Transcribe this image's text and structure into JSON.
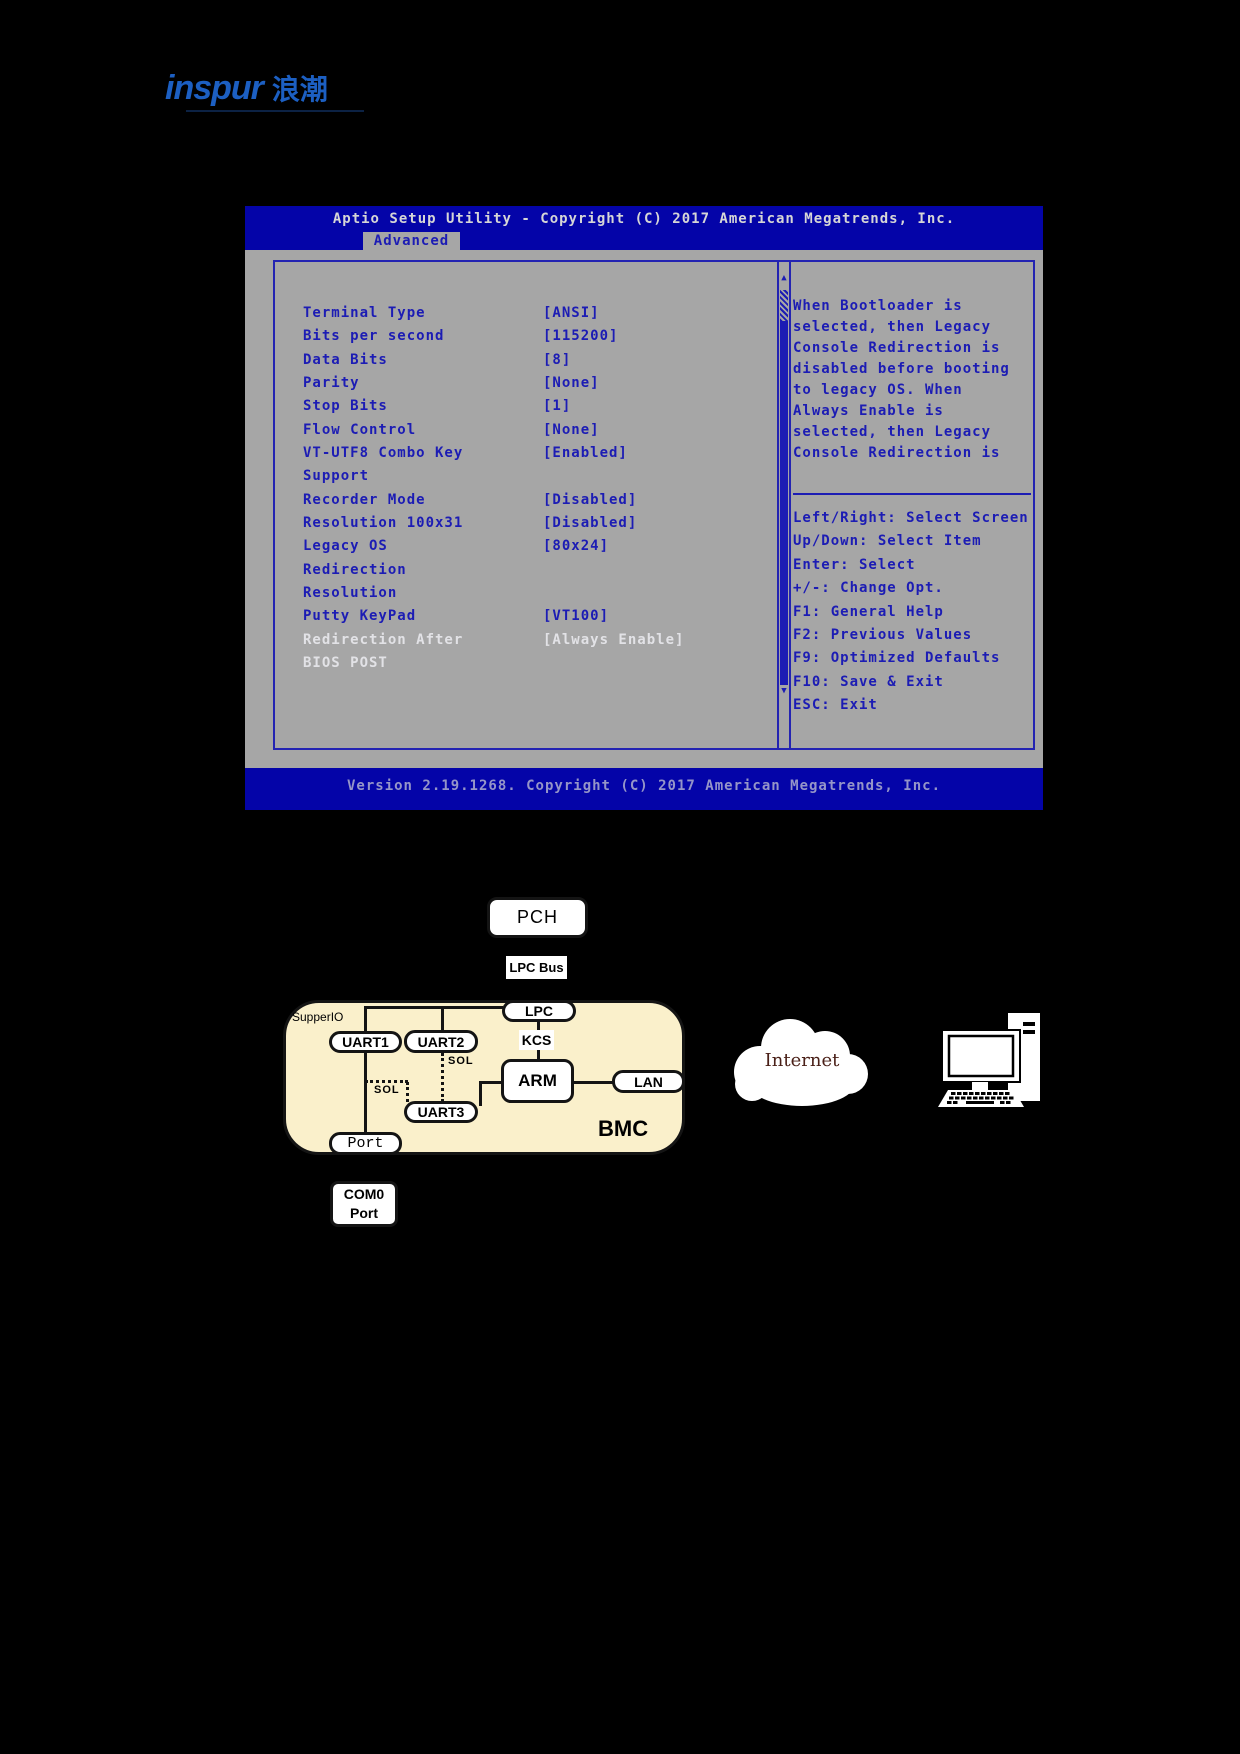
{
  "colors": {
    "bios_blue": "#0404A8",
    "bios_gray": "#A6A6A6",
    "bios_text_blue": "#1C1CB4",
    "bios_selected": "#E2E2E6",
    "bmc_fill": "#FAF0CB",
    "logo_blue": "#1C5FC2",
    "internet_text": "#4A2018"
  },
  "logo": {
    "word": "inspur",
    "cjk": "浪潮"
  },
  "bios": {
    "title": "Aptio Setup Utility - Copyright (C) 2017 American Megatrends, Inc.",
    "tab": "Advanced",
    "items": [
      {
        "label": "Terminal Type",
        "value": "[ANSI]",
        "selected": false
      },
      {
        "label": "Bits per second",
        "value": "[115200]",
        "selected": false
      },
      {
        "label": "Data Bits",
        "value": "[8]",
        "selected": false
      },
      {
        "label": "Parity",
        "value": "[None]",
        "selected": false
      },
      {
        "label": "Stop Bits",
        "value": "[1]",
        "selected": false
      },
      {
        "label": "Flow Control",
        "value": "[None]",
        "selected": false
      },
      {
        "label": "VT-UTF8 Combo Key",
        "value": "[Enabled]",
        "selected": false
      },
      {
        "label": "Support",
        "value": "",
        "selected": false
      },
      {
        "label": "Recorder Mode",
        "value": "[Disabled]",
        "selected": false
      },
      {
        "label": "Resolution 100x31",
        "value": "[Disabled]",
        "selected": false
      },
      {
        "label": "Legacy OS",
        "value": "[80x24]",
        "selected": false
      },
      {
        "label": "Redirection",
        "value": "",
        "selected": false
      },
      {
        "label": "Resolution",
        "value": "",
        "selected": false
      },
      {
        "label": "Putty KeyPad",
        "value": "[VT100]",
        "selected": false
      },
      {
        "label": "Redirection After",
        "value": "[Always Enable]",
        "selected": true
      },
      {
        "label": "BIOS POST",
        "value": "",
        "selected": true
      }
    ],
    "help_lines": [
      "When Bootloader is",
      "selected, then Legacy",
      "Console Redirection is",
      "disabled before booting",
      "to legacy OS. When",
      "Always Enable is",
      "selected, then Legacy",
      "Console Redirection is"
    ],
    "key_hints": [
      "Left/Right: Select Screen",
      "Up/Down: Select Item",
      "Enter: Select",
      "+/-: Change Opt.",
      "F1: General Help",
      "F2: Previous Values",
      "F9: Optimized Defaults",
      "F10: Save & Exit",
      "ESC: Exit"
    ],
    "scroll_up_glyph": "▲",
    "scroll_down_glyph": "▼",
    "version": "Version 2.19.1268. Copyright (C) 2017 American Megatrends, Inc."
  },
  "diagram": {
    "pch": "PCH",
    "lpc_bus": "LPC Bus",
    "supperio": "SupperIO",
    "uart1": "UART1",
    "uart2": "UART2",
    "uart3": "UART3",
    "lpc": "LPC",
    "kcs": "KCS",
    "arm": "ARM",
    "lan": "LAN",
    "port": "Port",
    "bmc": "BMC",
    "sol_upper": "SOL",
    "sol_lower": "SOL",
    "com0_line1": "COM0",
    "com0_line2": "Port",
    "internet": "Internet"
  }
}
